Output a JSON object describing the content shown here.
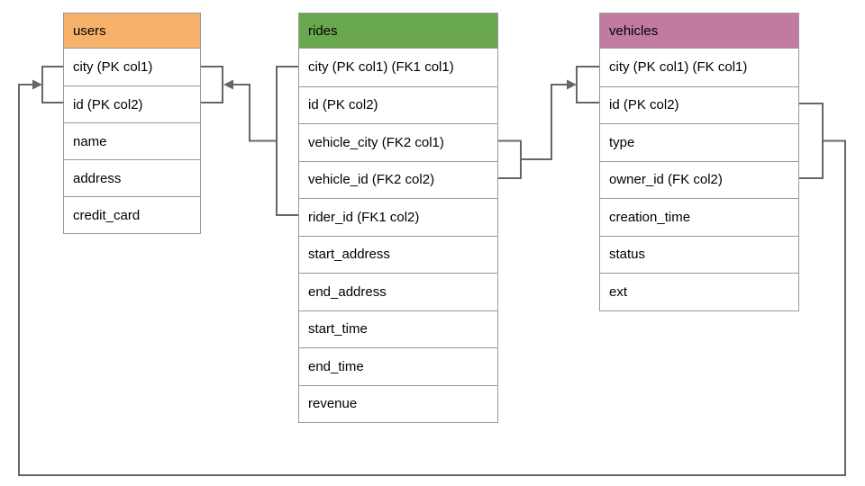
{
  "tables": {
    "users": {
      "title": "users",
      "header_color": "#F6B26B",
      "columns": [
        "city (PK col1)",
        "id (PK col2)",
        "name",
        "address",
        "credit_card"
      ]
    },
    "rides": {
      "title": "rides",
      "header_color": "#6AA84F",
      "columns": [
        "city (PK col1) (FK1 col1)",
        "id (PK col2)",
        "vehicle_city (FK2 col1)",
        "vehicle_id (FK2 col2)",
        "rider_id (FK1 col2)",
        "start_address",
        "end_address",
        "start_time",
        "end_time",
        "revenue"
      ]
    },
    "vehicles": {
      "title": "vehicles",
      "header_color": "#C27BA0",
      "columns": [
        "city (PK col1) (FK col1)",
        "id (PK col2)",
        "type",
        "owner_id (FK col2)",
        "creation_time",
        "status",
        "ext"
      ]
    }
  },
  "relationships": [
    {
      "name": "rides-users",
      "from_table": "rides",
      "from_columns": [
        "city (FK1 col1)",
        "rider_id (FK1 col2)"
      ],
      "to_table": "users",
      "to_columns": [
        "city (PK col1)",
        "id (PK col2)"
      ]
    },
    {
      "name": "rides-vehicles",
      "from_table": "rides",
      "from_columns": [
        "vehicle_city (FK2 col1)",
        "vehicle_id (FK2 col2)"
      ],
      "to_table": "vehicles",
      "to_columns": [
        "city (PK col1)",
        "id (PK col2)"
      ]
    },
    {
      "name": "vehicles-users",
      "from_table": "vehicles",
      "from_columns": [
        "id (PK col2)",
        "owner_id (FK col2)"
      ],
      "to_table": "users",
      "to_columns": [
        "city (PK col1)",
        "id (PK col2)"
      ]
    }
  ],
  "colors": {
    "connector": "#666666",
    "cell_border": "#999999",
    "text": "#000000",
    "background": "#FFFFFF"
  }
}
